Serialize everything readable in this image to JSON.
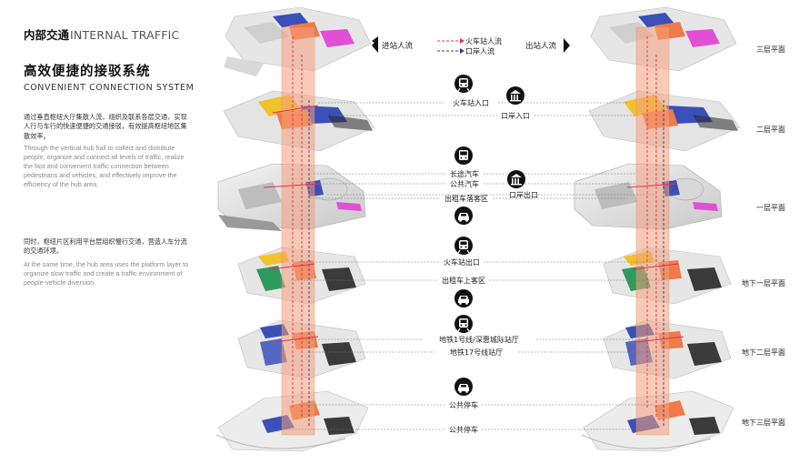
{
  "header": {
    "section_cn": "内部交通",
    "section_en": "INTERNAL TRAFFIC",
    "title_cn": "高效便捷的接驳系统",
    "title_en": "CONVENIENT CONNECTION SYSTEM"
  },
  "body": {
    "para1_cn": "通过垂直枢纽大厅集散人流，组织及联系各层交通，实现人行与车行的快速便捷的交通接驳，有效提高枢纽地区集散效率。",
    "para1_en": "Through the vertical hub hall to collect and distribute people, organize and connect all levels of traffic, realize the fast and convenient traffic connection between pedestrians and vehicles, and effectively improve the efficiency of the hub area.",
    "para2_cn": "同时，枢纽片区利用平台层组织慢行交通，营造人车分流的交通环境。",
    "para2_en": "At the same time, the hub area uses the platform layer to organize slow traffic and create a traffic environment of people-vehicle diversion."
  },
  "legend": {
    "inbound": "进站人流",
    "outbound": "出站人流",
    "rail_flow": "火车站人流",
    "port_flow": "口岸人流",
    "colors": {
      "rail": "#e0315a",
      "port": "#2f3d9e",
      "core": "#f4a07a"
    }
  },
  "floors": [
    "三层平面",
    "二层平面",
    "一层平面",
    "地下一层平面",
    "地下二层平面",
    "地下三层平面"
  ],
  "callouts": [
    {
      "text": "火车站入口",
      "icon": "train-icon"
    },
    {
      "text": "口岸入口",
      "icon": "port-icon"
    },
    {
      "text": "长途汽车",
      "icon": "bus-icon"
    },
    {
      "text": "公共汽车",
      "icon": ""
    },
    {
      "text": "口岸出口",
      "icon": "port-icon"
    },
    {
      "text": "出租车落客区",
      "icon": "taxi-icon"
    },
    {
      "text": "火车站出口",
      "icon": "train-icon"
    },
    {
      "text": "出租车上客区",
      "icon": "taxi-icon"
    },
    {
      "text": "地铁1号线/深惠城际站厅",
      "icon": "metro-icon"
    },
    {
      "text": "地铁17号线站厅",
      "icon": ""
    },
    {
      "text": "公共停车",
      "icon": "car-icon"
    },
    {
      "text": "公共停车",
      "icon": ""
    }
  ]
}
